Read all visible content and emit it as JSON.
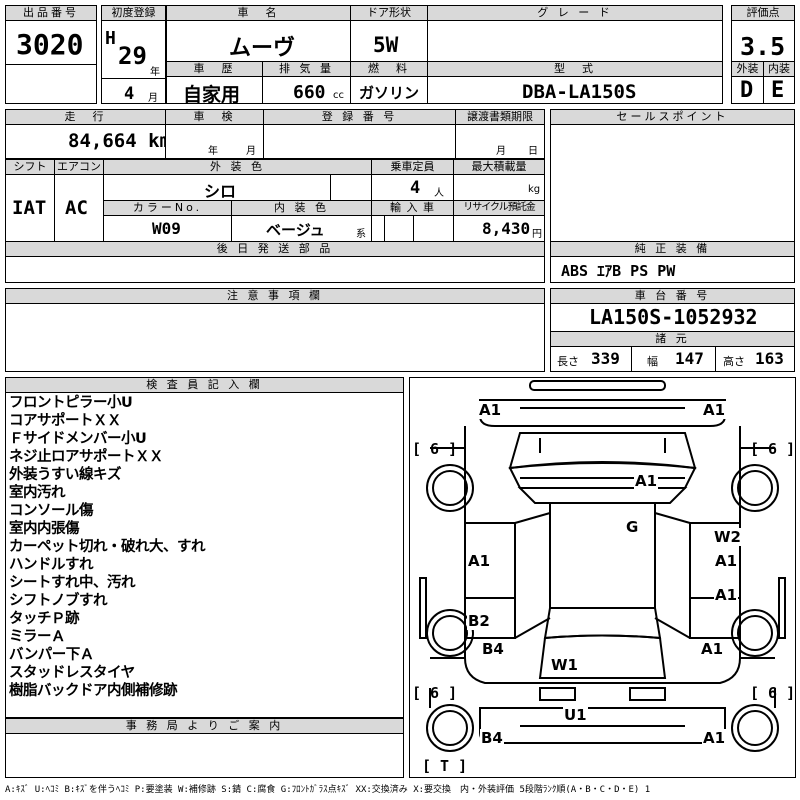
{
  "header": {
    "lot_label": "出品番号",
    "lot_value": "3020",
    "reg_label": "初度登録",
    "era": "H",
    "year": "29",
    "year_unit": "年",
    "month": "4",
    "month_unit": "月",
    "name_label": "車　名",
    "name_value": "ムーヴ",
    "door_label": "ドア形状",
    "door_value": "5W",
    "grade_label": "グ レ ー ド",
    "grade_value": "",
    "score_label": "評価点",
    "score_value": "3.5",
    "history_label": "車　歴",
    "history_value": "自家用",
    "displacement_label": "排 気 量",
    "displacement_value": "660",
    "displacement_unit": "cc",
    "fuel_label": "燃　料",
    "fuel_value": "ガソリン",
    "model_label": "型　式",
    "model_value": "DBA-LA150S",
    "exterior_label": "外装",
    "exterior_value": "D",
    "interior_label": "内装",
    "interior_value": "E"
  },
  "row2": {
    "mileage_label": "走　行",
    "mileage_value": "84,664 km",
    "inspection_label": "車　検",
    "inspection_year_unit": "年",
    "inspection_month_unit": "月",
    "regno_label": "登 録 番 号",
    "transfer_label": "譲渡書類期限",
    "transfer_month_unit": "月",
    "transfer_day_unit": "日",
    "sales_label": "セールスポイント"
  },
  "row3": {
    "shift_label": "シフト",
    "shift_value": "IAT",
    "ac_label": "エアコン",
    "ac_value": "AC",
    "ext_color_label": "外 装 色",
    "ext_color_value": "シロ",
    "capacity_label": "乗車定員",
    "capacity_value": "4",
    "capacity_unit": "人",
    "load_label": "最大積載量",
    "load_unit": "kg",
    "color_no_label": "カラーNo.",
    "color_no_value": "W09",
    "int_color_label": "内 装 色",
    "int_color_value": "ベージュ",
    "int_color_unit": "系",
    "import_label": "輸 入 車",
    "recycle_label": "リサイクル預託金",
    "recycle_value": "8,430",
    "recycle_unit": "円"
  },
  "parts": {
    "label": "後 日 発 送 部 品",
    "value": ""
  },
  "equipment": {
    "label": "純 正 装 備",
    "value": "ABS ｴｱB PS PW"
  },
  "caution": {
    "label": "注 意 事 項 欄",
    "value": ""
  },
  "chassis": {
    "label": "車 台 番 号",
    "value": "LA150S-1052932",
    "dims_label": "諸 元",
    "length_label": "長さ",
    "length_value": "339",
    "width_label": "幅",
    "width_value": "147",
    "height_label": "高さ",
    "height_value": "163"
  },
  "inspector": {
    "label": "検 査 員 記 入 欄",
    "notes": [
      "フロントピラー小U",
      "コアサポートＸＸ",
      "Ｆサイドメンバー小U",
      "ネジ止ロアサポートＸＸ",
      "外装うすい線キズ",
      "室内汚れ",
      "コンソール傷",
      "室内内張傷",
      "カーペット切れ・破れ大、すれ",
      "ハンドルすれ",
      "シートすれ中、汚れ",
      "シフトノブすれ",
      "タッチＰ跡",
      "ミラーＡ",
      "バンパー下Ａ",
      "スタッドレスタイヤ",
      "樹脂バックドア内側補修跡"
    ]
  },
  "office": {
    "label": "事 務 局 よ り ご 案 内",
    "value": ""
  },
  "diagram": {
    "marks": {
      "front_left": "A1",
      "front_right": "A1",
      "bonnet": "A1",
      "roof": "G",
      "left_front_door": "A1",
      "left_rear_door": "B2",
      "left_rear_quarter": "B4",
      "right_front_door_top": "W2",
      "right_front_door": "A1",
      "right_rear_door": "A1",
      "right_rear_quarter": "A1",
      "rear_glass": "W1",
      "rear_panel": "U1",
      "rear_left": "B4",
      "rear_right": "A1"
    },
    "tire_front_left": "[ 6 ]",
    "tire_front_right": "[ 6 ]",
    "tire_rear_left": "[ 6 ]",
    "tire_rear_right": "[ 6 ]",
    "spare": "[ T ]"
  },
  "legend": "A:ｷｽﾞ U:ﾍｺﾐ B:ｷｽﾞを伴うﾍｺﾐ P:要塗装 W:補修跡 S:錆 C:腐食 G:ﾌﾛﾝﾄｶﾞﾗｽ点ｷｽﾞ XX:交換済み X:要交換　内・外装評価 5段階ﾗﾝｸ順(A・B・C・D・E) 1"
}
